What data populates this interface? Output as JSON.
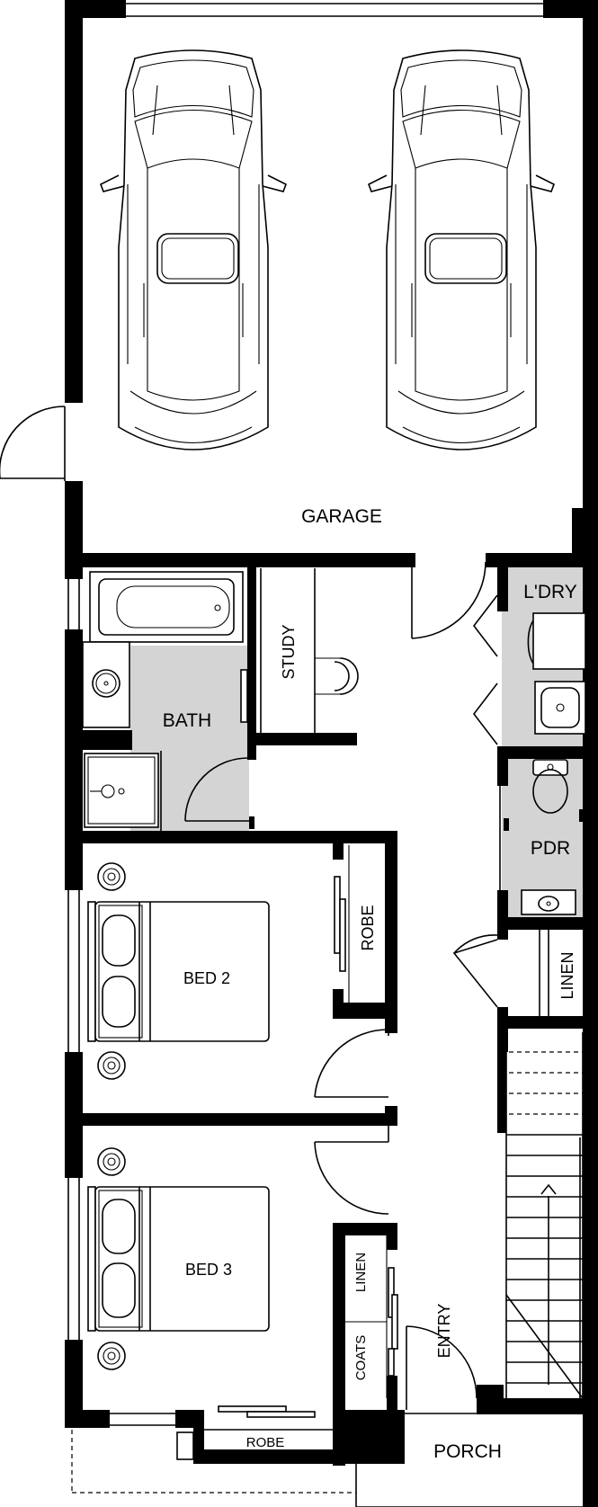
{
  "rooms": {
    "garage": "GARAGE",
    "laundry": "L'DRY",
    "study": "STUDY",
    "bath": "BATH",
    "powder": "PDR",
    "robe_bed2": "ROBE",
    "bed2": "BED 2",
    "linen_hall": "LINEN",
    "bed3": "BED 3",
    "linen_bed3": "LINEN",
    "coats": "COATS",
    "entry": "ENTRY",
    "robe_bed3": "ROBE",
    "porch": "PORCH"
  },
  "icons": [
    "car-icon",
    "bathtub-icon",
    "basin-icon",
    "shower-icon",
    "toilet-icon",
    "bed-icon",
    "door-swing-icon",
    "stair-arrow-icon",
    "chair-icon"
  ]
}
